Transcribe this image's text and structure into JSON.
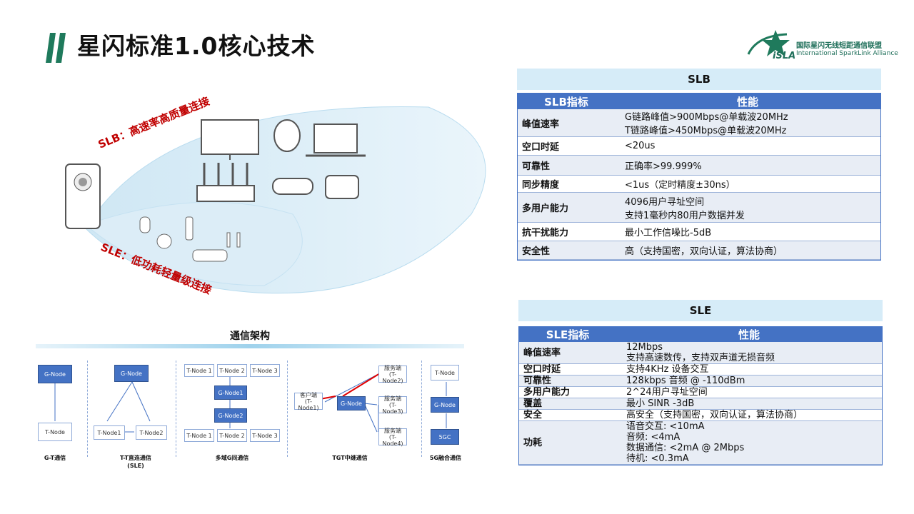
{
  "title": "星闪标准1.0核心技术",
  "logo": {
    "cn": "国际星闪无线短距通信联盟",
    "en": "International SparkLink Alliance",
    "mark": "iSLA"
  },
  "diagram": {
    "slb_label": "SLB：高速率高质量连接",
    "sle_label": "SLE：低功耗轻量级连接"
  },
  "slb": {
    "header": "SLB",
    "col1": "SLB指标",
    "col2": "性能",
    "rows": [
      {
        "k": "峰值速率",
        "v1": "G链路峰值>900Mbps@单载波20MHz",
        "v2": "T链路峰值>450Mbps@单载波20MHz"
      },
      {
        "k": "空口时延",
        "v1": "<20us",
        "v2": ""
      },
      {
        "k": "可靠性",
        "v1": "正确率>99.999%",
        "v2": ""
      },
      {
        "k": "同步精度",
        "v1": "<1us（定时精度±30ns）",
        "v2": ""
      },
      {
        "k": "多用户能力",
        "v1": "4096用户寻址空间",
        "v2": "支持1毫秒内80用户数据并发"
      },
      {
        "k": "抗干扰能力",
        "v1": "最小工作信噪比-5dB",
        "v2": ""
      },
      {
        "k": "安全性",
        "v1": "高（支持国密，双向认证，算法协商）",
        "v2": ""
      }
    ]
  },
  "sle": {
    "header": "SLE",
    "col1": "SLE指标",
    "col2": "性能",
    "rows": [
      {
        "k": "峰值速率",
        "lines": [
          "12Mbps",
          "支持高速数传，支持双声道无损音频"
        ]
      },
      {
        "k": "空口时延",
        "lines": [
          "支持4KHz 设备交互"
        ]
      },
      {
        "k": "可靠性",
        "lines": [
          "128kbps 音频 @ -110dBm"
        ]
      },
      {
        "k": "多用户能力",
        "lines": [
          "2^24用户寻址空间"
        ]
      },
      {
        "k": "覆盖",
        "lines": [
          "最小 SINR -3dB"
        ]
      },
      {
        "k": "安全",
        "lines": [
          "高安全（支持国密，双向认证，算法协商）"
        ]
      },
      {
        "k": "功耗",
        "lines": [
          "语音交互: <10mA",
          "音频: <4mA",
          "数据通信: <2mA @ 2Mbps",
          "待机: <0.3mA"
        ]
      }
    ]
  },
  "arch": {
    "title": "通信架构",
    "gt": {
      "g": "G-Node",
      "t": "T-Node",
      "caption": "G-T通信"
    },
    "tt": {
      "g": "G-Node",
      "t1": "T-Node1",
      "t2": "T-Node2",
      "caption1": "T-T直连通信",
      "caption2": "(SLE)"
    },
    "multi": {
      "t1": "T-Node 1",
      "t2": "T-Node 2",
      "t3": "T-Node 3",
      "g1": "G-Node1",
      "g2": "G-Node2",
      "caption": "多域G间通信"
    },
    "tgt": {
      "client": "客户端",
      "client_node": "(T-Node1)",
      "g": "G-Node",
      "server": "服务端",
      "s2": "(T-Node2)",
      "s3": "(T-Node3)",
      "s4": "(T-Node4)",
      "caption": "TGT中继通信"
    },
    "fiveg": {
      "t": "T-Node",
      "g": "G-Node",
      "core": "5GC",
      "caption": "5G融合通信"
    }
  }
}
